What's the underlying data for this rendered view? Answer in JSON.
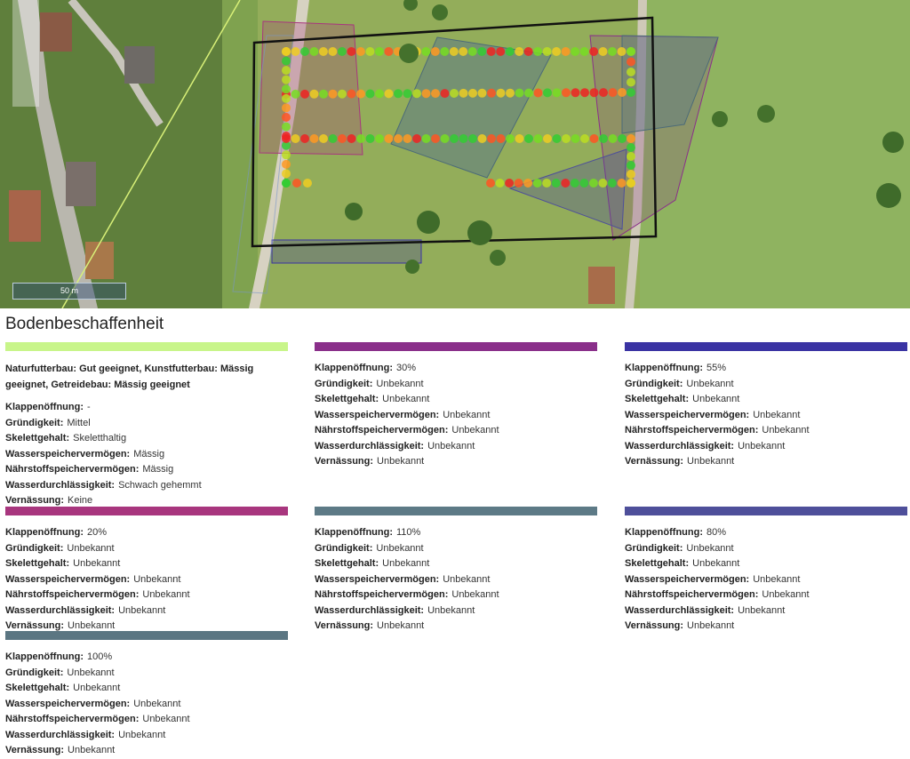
{
  "map": {
    "scale_label": "50 m",
    "point_colors": [
      "#33cc33",
      "#77dd22",
      "#bbdd22",
      "#eecc22",
      "#ff9922",
      "#ff5522",
      "#ee2222"
    ]
  },
  "section_title": "Bodenbeschaffenheit",
  "cards": [
    {
      "color": "#c8f58a",
      "description": "Naturfutterbau: Gut geeignet, Kunstfutterbau: Mässig geeignet, Getreidebau: Mässig geeignet",
      "rows": [
        {
          "key": "Klappenöffnung:",
          "value": "-"
        },
        {
          "key": "Gründigkeit:",
          "value": "Mittel"
        },
        {
          "key": "Skelettgehalt:",
          "value": "Skeletthaltig"
        },
        {
          "key": "Wasserspeichervermögen:",
          "value": "Mässig"
        },
        {
          "key": "Nährstoffspeichervermögen:",
          "value": "Mässig"
        },
        {
          "key": "Wasserdurchlässigkeit:",
          "value": "Schwach gehemmt"
        },
        {
          "key": "Vernässung:",
          "value": "Keine"
        }
      ]
    },
    {
      "color": "#8a2f8a",
      "description": "",
      "rows": [
        {
          "key": "Klappenöffnung:",
          "value": "30%"
        },
        {
          "key": "Gründigkeit:",
          "value": "Unbekannt"
        },
        {
          "key": "Skelettgehalt:",
          "value": "Unbekannt"
        },
        {
          "key": "Wasserspeichervermögen:",
          "value": "Unbekannt"
        },
        {
          "key": "Nährstoffspeichervermögen:",
          "value": "Unbekannt"
        },
        {
          "key": "Wasserdurchlässigkeit:",
          "value": "Unbekannt"
        },
        {
          "key": "Vernässung:",
          "value": "Unbekannt"
        }
      ]
    },
    {
      "color": "#3a33a3",
      "description": "",
      "rows": [
        {
          "key": "Klappenöffnung:",
          "value": "55%"
        },
        {
          "key": "Gründigkeit:",
          "value": "Unbekannt"
        },
        {
          "key": "Skelettgehalt:",
          "value": "Unbekannt"
        },
        {
          "key": "Wasserspeichervermögen:",
          "value": "Unbekannt"
        },
        {
          "key": "Nährstoffspeichervermögen:",
          "value": "Unbekannt"
        },
        {
          "key": "Wasserdurchlässigkeit:",
          "value": "Unbekannt"
        },
        {
          "key": "Vernässung:",
          "value": "Unbekannt"
        }
      ]
    },
    {
      "color": "#a8367e",
      "description": "",
      "rows": [
        {
          "key": "Klappenöffnung:",
          "value": "20%"
        },
        {
          "key": "Gründigkeit:",
          "value": "Unbekannt"
        },
        {
          "key": "Skelettgehalt:",
          "value": "Unbekannt"
        },
        {
          "key": "Wasserspeichervermögen:",
          "value": "Unbekannt"
        },
        {
          "key": "Nährstoffspeichervermögen:",
          "value": "Unbekannt"
        },
        {
          "key": "Wasserdurchlässigkeit:",
          "value": "Unbekannt"
        },
        {
          "key": "Vernässung:",
          "value": "Unbekannt"
        }
      ]
    },
    {
      "color": "#5d7a86",
      "description": "",
      "rows": [
        {
          "key": "Klappenöffnung:",
          "value": "110%"
        },
        {
          "key": "Gründigkeit:",
          "value": "Unbekannt"
        },
        {
          "key": "Skelettgehalt:",
          "value": "Unbekannt"
        },
        {
          "key": "Wasserspeichervermögen:",
          "value": "Unbekannt"
        },
        {
          "key": "Nährstoffspeichervermögen:",
          "value": "Unbekannt"
        },
        {
          "key": "Wasserdurchlässigkeit:",
          "value": "Unbekannt"
        },
        {
          "key": "Vernässung:",
          "value": "Unbekannt"
        }
      ]
    },
    {
      "color": "#4e4f9a",
      "description": "",
      "rows": [
        {
          "key": "Klappenöffnung:",
          "value": "80%"
        },
        {
          "key": "Gründigkeit:",
          "value": "Unbekannt"
        },
        {
          "key": "Skelettgehalt:",
          "value": "Unbekannt"
        },
        {
          "key": "Wasserspeichervermögen:",
          "value": "Unbekannt"
        },
        {
          "key": "Nährstoffspeichervermögen:",
          "value": "Unbekannt"
        },
        {
          "key": "Wasserdurchlässigkeit:",
          "value": "Unbekannt"
        },
        {
          "key": "Vernässung:",
          "value": "Unbekannt"
        }
      ]
    },
    {
      "color": "#5b7682",
      "description": "",
      "rows": [
        {
          "key": "Klappenöffnung:",
          "value": "100%"
        },
        {
          "key": "Gründigkeit:",
          "value": "Unbekannt"
        },
        {
          "key": "Skelettgehalt:",
          "value": "Unbekannt"
        },
        {
          "key": "Wasserspeichervermögen:",
          "value": "Unbekannt"
        },
        {
          "key": "Nährstoffspeichervermögen:",
          "value": "Unbekannt"
        },
        {
          "key": "Wasserdurchlässigkeit:",
          "value": "Unbekannt"
        },
        {
          "key": "Vernässung:",
          "value": "Unbekannt"
        }
      ]
    }
  ]
}
